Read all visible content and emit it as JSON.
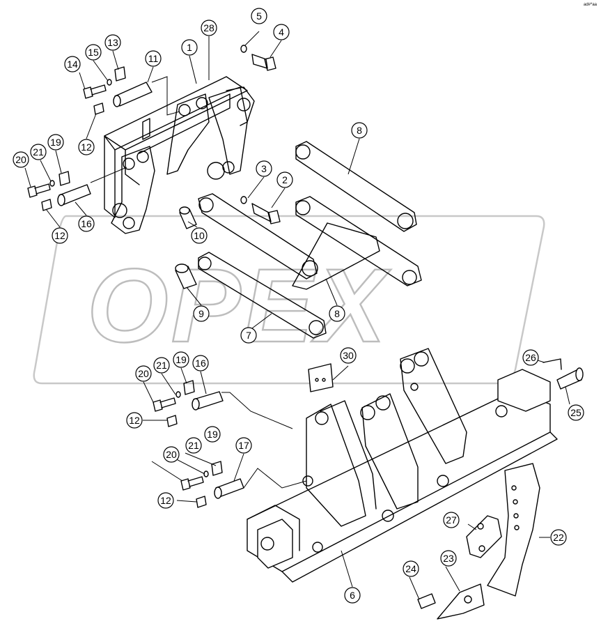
{
  "watermark": {
    "text": "OPEX"
  },
  "corner_mark": "ad#*aa",
  "callouts": [
    "1",
    "2",
    "3",
    "4",
    "5",
    "6",
    "7",
    "8",
    "8",
    "9",
    "10",
    "11",
    "12",
    "12",
    "12",
    "12",
    "13",
    "14",
    "15",
    "16",
    "16",
    "17",
    "19",
    "19",
    "19",
    "20",
    "20",
    "20",
    "21",
    "21",
    "21",
    "22",
    "23",
    "24",
    "25",
    "26",
    "27",
    "28",
    "30"
  ]
}
